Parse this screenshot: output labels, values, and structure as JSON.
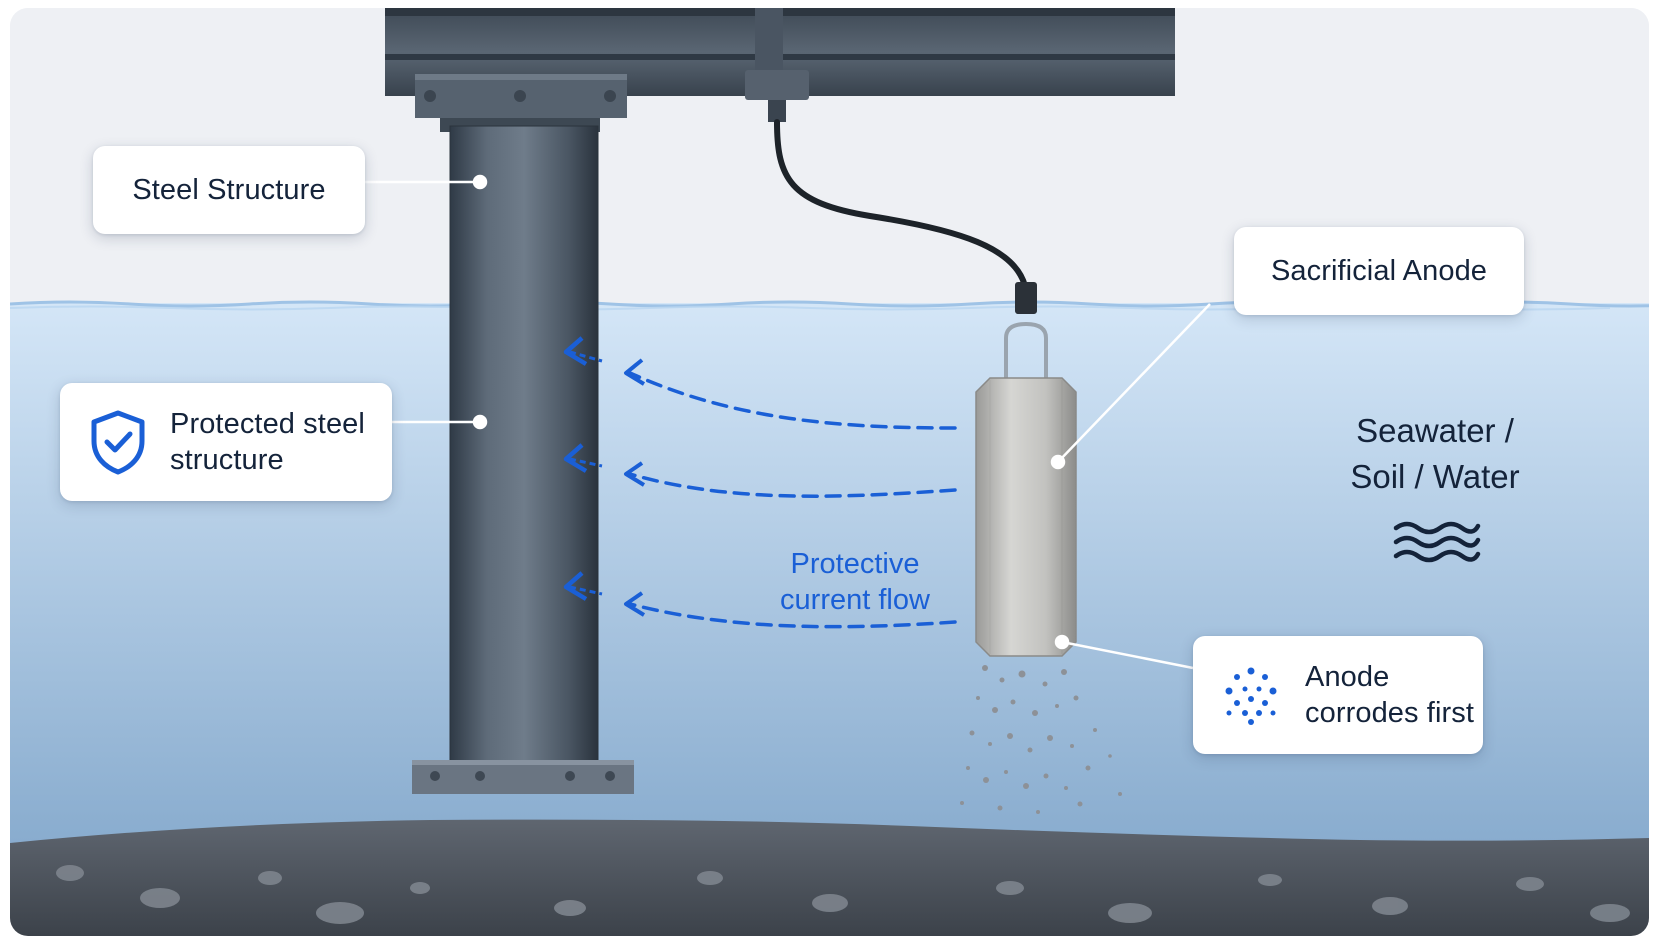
{
  "labels": {
    "steel_structure": "Steel Structure",
    "protected_steel": "Protected steel structure",
    "sacrificial_anode": "Sacrificial Anode",
    "anode_corrodes": "Anode corrodes first",
    "current_flow": "Protective current flow",
    "medium_line1": "Seawater /",
    "medium_line2": "Soil / Water"
  },
  "icons": {
    "protected": "shield-check-icon",
    "corrosion": "particles-icon",
    "medium": "waves-icon"
  },
  "colors": {
    "accent_blue": "#1a5fd6",
    "water_top": "#cfe2f5",
    "water_bottom": "#8fb2d4",
    "steel": "#4f5d6c",
    "anode": "#c9c9c7",
    "text_dark": "#14233a"
  }
}
